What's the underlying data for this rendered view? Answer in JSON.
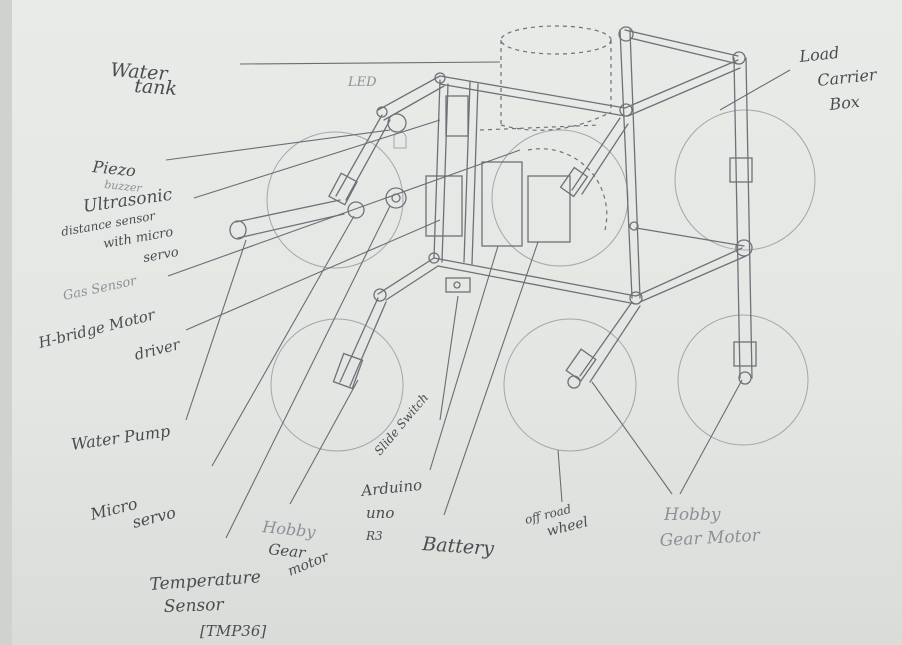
{
  "labels": {
    "water_tank": "Water tank",
    "led": "LED",
    "load_carrier_box": "Load Carrier Box",
    "piezo_buzzer": "Piezo buzzer",
    "ultrasonic_sensor": "Ultrasonic distance sensor with micro servo",
    "gas_sensor": "Gas Sensor",
    "h_bridge": "H-bridge Motor driver",
    "water_pump": "Water Pump",
    "micro_servo": "Micro servo",
    "temperature_sensor": "Temperature Sensor [TMP36]",
    "hobby_gear_motor_left": "Hobby Gear motor",
    "slide_switch": "Slide Switch",
    "arduino": "Arduino Uno R3",
    "battery": "Battery",
    "off_road_wheel": "off road wheel",
    "hobby_gear_motor_right": "Hobby Gear Motor"
  },
  "lines": {
    "water_tank_1": "Water",
    "water_tank_2": "tank",
    "load_carrier_1": "Load",
    "load_carrier_2": "Carrier",
    "load_carrier_3": "Box",
    "piezo_1": "Piezo",
    "piezo_2": "buzzer",
    "ultra_1": "Ultrasonic",
    "ultra_2": "distance sensor",
    "ultra_3": "with micro",
    "ultra_4": "servo",
    "gas": "Gas Sensor",
    "hbridge_1": "H-bridge Motor",
    "hbridge_2": "driver",
    "pump": "Water Pump",
    "servo_1": "Micro",
    "servo_2": "servo",
    "temp_1": "Temperature",
    "temp_2": "Sensor",
    "temp_3": "[TMP36]",
    "hgm_left_1": "Hobby",
    "hgm_left_2": "Gear",
    "hgm_left_3": "motor",
    "switch": "Slide Switch",
    "arduino_1": "Arduino",
    "arduino_2": "uno",
    "arduino_3": "R3",
    "battery": "Battery",
    "wheel_1": "off road",
    "wheel_2": "wheel",
    "hgm_right_1": "Hobby",
    "hgm_right_2": "Gear Motor",
    "led": "LED"
  }
}
